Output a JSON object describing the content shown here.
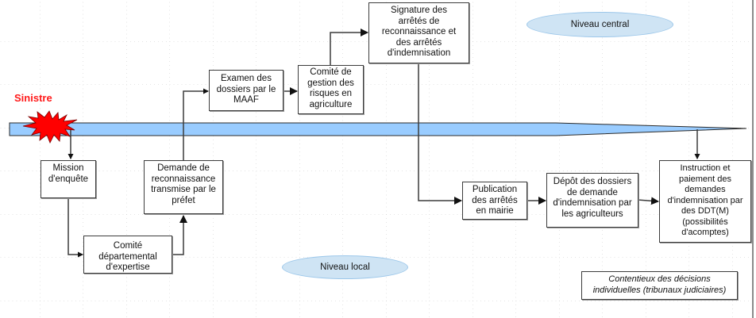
{
  "diagram": {
    "event_label": "Sinistre",
    "levels": {
      "central": "Niveau central",
      "local": "Niveau local"
    },
    "steps": [
      {
        "id": "mission",
        "label": "Mission\nd'enquête"
      },
      {
        "id": "comite_dep",
        "label": "Comité\ndépartemental\nd'expertise"
      },
      {
        "id": "demande",
        "label": "Demande de\nreconnaissance\ntransmise par le\npréfet"
      },
      {
        "id": "examen",
        "label": "Examen des\ndossiers par le\nMAAF"
      },
      {
        "id": "comite_gestion",
        "label": "Comité de\ngestion des\nrisques en\nagriculture"
      },
      {
        "id": "signature",
        "label": "Signature des\narrêtés de\nreconnaissance et\ndes arrêtés\nd'indemnisation"
      },
      {
        "id": "publication",
        "label": "Publication\ndes arrêtés\nen mairie"
      },
      {
        "id": "depot",
        "label": "Dépôt des dossiers\nde demande\nd'indemnisation par\nles agriculteurs"
      },
      {
        "id": "instruction",
        "label": "Instruction et\npaiement des\ndemandes\nd'indemnisation par\ndes DDT(M)\n(possibilités\nd'acomptes)"
      }
    ],
    "note": "Contentieux des décisions\nindividuelles (tribunaux judiciaires)",
    "colors": {
      "timeline_fill": "#99ccff",
      "burst_fill": "#ff0000",
      "event_text": "#ff1a1a",
      "ellipse_fill": "#cfe4f4"
    }
  }
}
